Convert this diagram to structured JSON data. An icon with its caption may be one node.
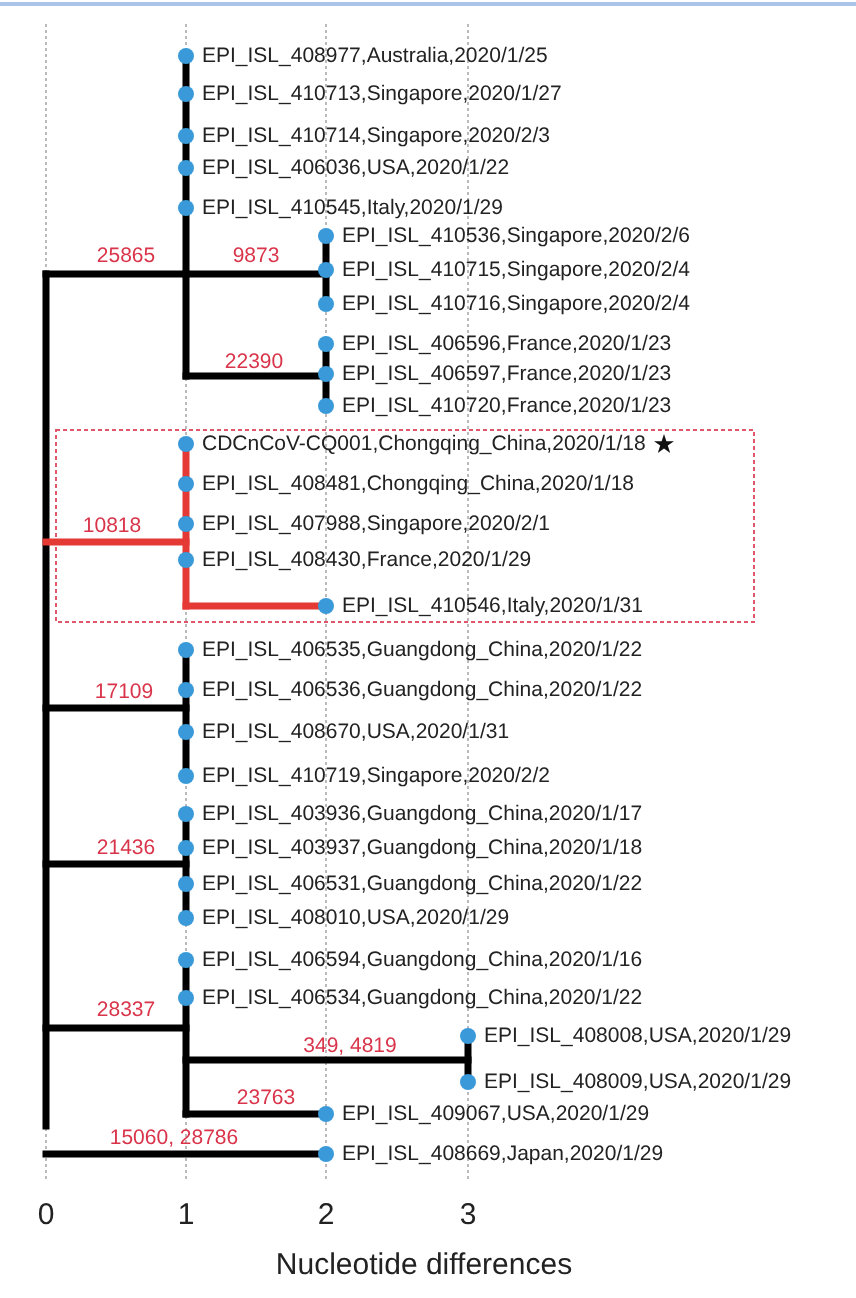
{
  "diagram": {
    "labels": [
      "EPI_ISL_408977,Australia,2020/1/25",
      "EPI_ISL_410713,Singapore,2020/1/27",
      "EPI_ISL_410714,Singapore,2020/2/3",
      "EPI_ISL_406036,USA,2020/1/22",
      "EPI_ISL_410545,Italy,2020/1/29",
      "EPI_ISL_410536,Singapore,2020/2/6",
      "25865",
      "9873",
      "EPI_ISL_410715,Singapore,2020/2/4",
      "EPI_ISL_410716,Singapore,2020/2/4",
      "EPI_ISL_406596,France,2020/1/23",
      "22390",
      "EPI_ISL_406597,France,2020/1/23",
      "EPI_ISL_410720,France,2020/1/23",
      "CDCnCoV-CQ001,Chongqing_China,2020/1/18",
      "EPI_ISL_408481,Chongqing_China,2020/1/18",
      "10818",
      "EPI_ISL_407988,Singapore,2020/2/1",
      "EPI_ISL_408430,France,2020/1/29",
      "EPI_ISL_410546,Italy,2020/1/31",
      "EPI_ISL_406535,Guangdong_China,2020/1/22",
      "17109",
      "EPI_ISL_406536,Guangdong_China,2020/1/22",
      "EPI_ISL_408670,USA,2020/1/31",
      "EPI_ISL_410719,Singapore,2020/2/2",
      "EPI_ISL_403936,Guangdong_China,2020/1/17",
      "21436",
      "EPI_ISL_403937,Guangdong_China,2020/1/18",
      "EPI_ISL_406531,Guangdong_China,2020/1/22",
      "EPI_ISL_408010,USA,2020/1/29",
      "EPI_ISL_406594,Guangdong_China,2020/1/16",
      "EPI_ISL_406534,Guangdong_China,2020/1/22",
      "28337",
      "EPI_ISL_408008,USA,2020/1/29",
      "349, 4819",
      "EPI_ISL_408009,USA,2020/1/29",
      "23763",
      "EPI_ISL_409067,USA,2020/1/29",
      "15060, 28786",
      "EPI_ISL_408669,Japan,2020/1/29",
      "0",
      "1",
      "2",
      "3",
      "Nucleotide differences"
    ]
  }
}
